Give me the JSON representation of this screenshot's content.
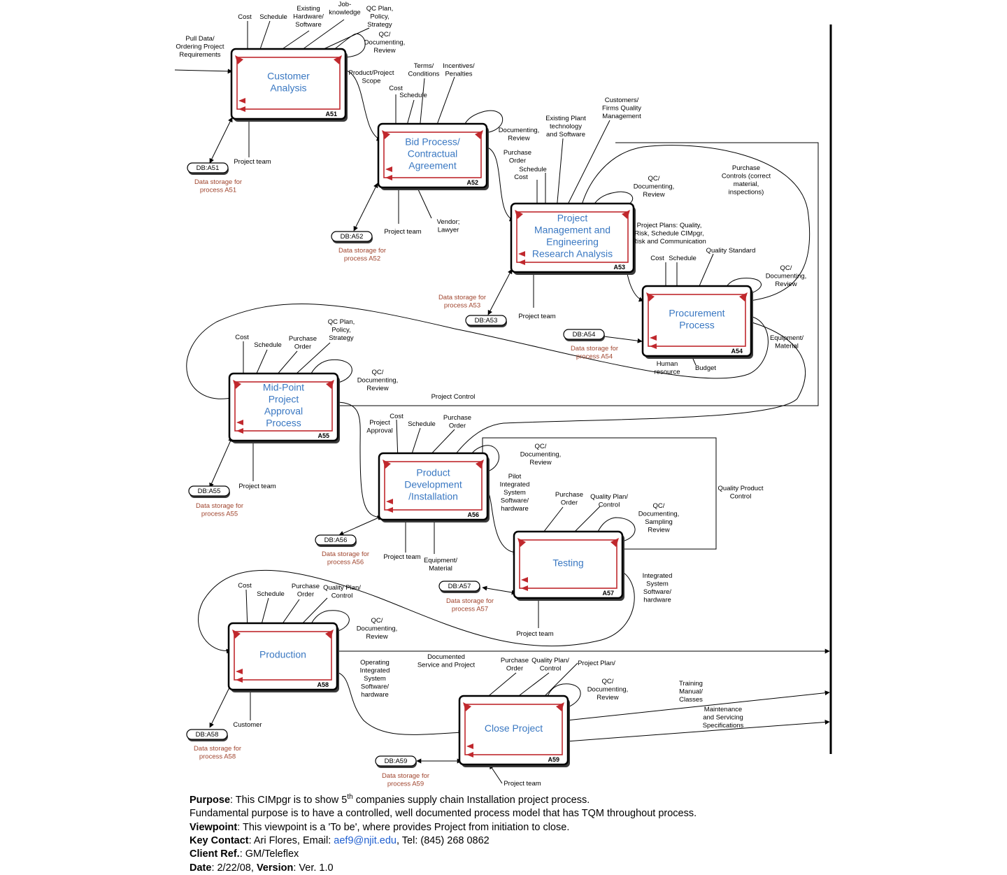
{
  "boxes": [
    {
      "id": "A51",
      "title": [
        "Customer",
        "Analysis"
      ]
    },
    {
      "id": "A52",
      "title": [
        "Bid Process/",
        "Contractual",
        "Agreement"
      ]
    },
    {
      "id": "A53",
      "title": [
        "Project",
        "Management and",
        "Engineering",
        "Research Analysis"
      ]
    },
    {
      "id": "A54",
      "title": [
        "Procurement",
        "Process"
      ]
    },
    {
      "id": "A55",
      "title": [
        "Mid-Point",
        "Project",
        "Approval",
        "Process"
      ]
    },
    {
      "id": "A56",
      "title": [
        "Product",
        "Development",
        "/Installation"
      ]
    },
    {
      "id": "A57",
      "title": [
        "Testing"
      ]
    },
    {
      "id": "A58",
      "title": [
        "Production"
      ]
    },
    {
      "id": "A59",
      "title": [
        "Close Project"
      ]
    }
  ],
  "databases": [
    {
      "label": "DB:A51",
      "note": [
        "Data storage for",
        "process A51"
      ]
    },
    {
      "label": "DB:A52",
      "note": [
        "Data storage for",
        "process A52"
      ]
    },
    {
      "label": "DB:A53",
      "note": [
        "Data storage for",
        "process A53"
      ]
    },
    {
      "label": "DB:A54",
      "note": [
        "Data storage for",
        "process A54"
      ]
    },
    {
      "label": "DB:A55",
      "note": [
        "Data storage for",
        "process A55"
      ]
    },
    {
      "label": "DB:A56",
      "note": [
        "Data storage for",
        "process A56"
      ]
    },
    {
      "label": "DB:A57",
      "note": [
        "Data storage for",
        "process A57"
      ]
    },
    {
      "label": "DB:A58",
      "note": [
        "Data storage for",
        "process A58"
      ]
    },
    {
      "label": "DB:A59",
      "note": [
        "Data storage for",
        "process A59"
      ]
    }
  ],
  "labels": {
    "a51": {
      "input": [
        "Pull Data/",
        "Ordering Project",
        "Requirements"
      ],
      "cost": [
        "Cost"
      ],
      "schedule": [
        "Schedule"
      ],
      "hardware": [
        "Existing",
        "Hardware/",
        "Software"
      ],
      "knowledge": [
        "Job-",
        "knowledge"
      ],
      "qcplan": [
        "QC Plan,",
        "Policy,",
        "Strategy"
      ],
      "qcdoc": [
        "QC/",
        "Documenting,",
        "Review"
      ],
      "output": [
        "Product/Project",
        "Scope"
      ],
      "team": [
        "Project team"
      ]
    },
    "a52": {
      "terms": [
        "Terms/",
        "Conditions"
      ],
      "incentives": [
        "Incentives/",
        "Penalties"
      ],
      "cost": [
        "Cost"
      ],
      "schedule": [
        "Schedule"
      ],
      "doc": [
        "Documenting,",
        "Review"
      ],
      "po": [
        "Purchase",
        "Order"
      ],
      "team": [
        "Project team"
      ],
      "vendor": [
        "Vendor;",
        "Lawyer"
      ]
    },
    "a53": {
      "plant": [
        "Existing Plant",
        "technology",
        "and Software"
      ],
      "customers": [
        "Customers/",
        "Firms Quality",
        "Management"
      ],
      "schedule": [
        "Schedule"
      ],
      "cost": [
        "Cost"
      ],
      "qcdoc": [
        "QC/",
        "Documenting,",
        "Review"
      ],
      "controls": [
        "Purchase",
        "Controls (correct",
        "material,",
        "inspections)"
      ],
      "plans": [
        "Project Plans: Quality,",
        "Risk, Schedule CIMpgr,",
        "Risk and Communication"
      ],
      "team": [
        "Project team"
      ]
    },
    "a54": {
      "cost": [
        "Cost"
      ],
      "schedule": [
        "Schedule"
      ],
      "quality": [
        "Quality Standard"
      ],
      "qcdoc": [
        "QC/",
        "Documenting,",
        "Review"
      ],
      "equipment": [
        "Equipment/",
        "Material"
      ],
      "human": [
        "Human",
        "resource"
      ],
      "budget": [
        "Budget"
      ]
    },
    "a55": {
      "cost": [
        "Cost"
      ],
      "schedule": [
        "Schedule"
      ],
      "po": [
        "Purchase",
        "Order"
      ],
      "qcplan": [
        "QC Plan,",
        "Policy,",
        "Strategy"
      ],
      "qcdoc": [
        "QC/",
        "Documenting,",
        "Review"
      ],
      "control": [
        "Project Control"
      ],
      "team": [
        "Project team"
      ]
    },
    "a56": {
      "approval": [
        "Project",
        "Approval"
      ],
      "cost": [
        "Cost"
      ],
      "schedule": [
        "Schedule"
      ],
      "po": [
        "Purchase",
        "Order"
      ],
      "qcdoc": [
        "QC/",
        "Documenting,",
        "Review"
      ],
      "pilot": [
        "Pilot",
        "Integrated",
        "System",
        "Software/",
        "hardware"
      ],
      "team": [
        "Project team"
      ],
      "equipment": [
        "Equipment/",
        "Material"
      ],
      "qpc": [
        "Quality Product",
        "Control"
      ]
    },
    "a57": {
      "po": [
        "Purchase",
        "Order"
      ],
      "qplan": [
        "Quality Plan/",
        "Control"
      ],
      "qcdoc": [
        "QC/",
        "Documenting,",
        "Sampling",
        "Review"
      ],
      "output": [
        "Integrated",
        "System",
        "Software/",
        "hardware"
      ],
      "team": [
        "Project team"
      ]
    },
    "a58": {
      "cost": [
        "Cost"
      ],
      "schedule": [
        "Schedule"
      ],
      "po": [
        "Purchase",
        "Order"
      ],
      "qplan": [
        "Quality Plan/",
        "Control"
      ],
      "qcdoc": [
        "QC/",
        "Documenting,",
        "Review"
      ],
      "operating": [
        "Operating",
        "Integrated",
        "System",
        "Software/",
        "hardware"
      ],
      "documented": [
        "Documented",
        "Service and Project"
      ],
      "customer": [
        "Customer"
      ]
    },
    "a59": {
      "po": [
        "Purchase",
        "Order"
      ],
      "qplan": [
        "Quality Plan/",
        "Control"
      ],
      "plan": [
        "Project Plan/"
      ],
      "qcdoc": [
        "QC/",
        "Documenting,",
        "Review"
      ],
      "training": [
        "Training",
        "Manual/",
        "Classes"
      ],
      "maintenance": [
        "Maintenance",
        "and Servicing",
        "Specifications"
      ],
      "team": [
        "Project team"
      ]
    }
  },
  "footer": {
    "purpose_label": "Purpose",
    "purpose_text_a": ": This CIMpgr is to show 5",
    "purpose_sup": "th",
    "purpose_text_b": " companies supply chain Installation project process.",
    "fundamental": "Fundamental purpose is to have a controlled, well documented process model that has TQM throughout process.",
    "viewpoint_label": "Viewpoint",
    "viewpoint_text": ": This viewpoint is a 'To be', where provides Project from initiation to close.",
    "contact_label": "Key Contact",
    "contact_text_a": ": Ari Flores, Email: ",
    "contact_email": "aef9@njit.edu",
    "contact_text_b": ", Tel: (845) 268 0862",
    "client_label": "Client Ref.",
    "client_text": ": GM/Teleflex",
    "date_label": "Date",
    "date_text": ": 2/22/08, ",
    "version_label": "Version",
    "version_text": ": Ver. 1.0"
  },
  "colors": {
    "title": "#3a78c2",
    "inner_border": "#c0282d",
    "store_note": "#a0452e",
    "link": "#1f5fd1"
  }
}
